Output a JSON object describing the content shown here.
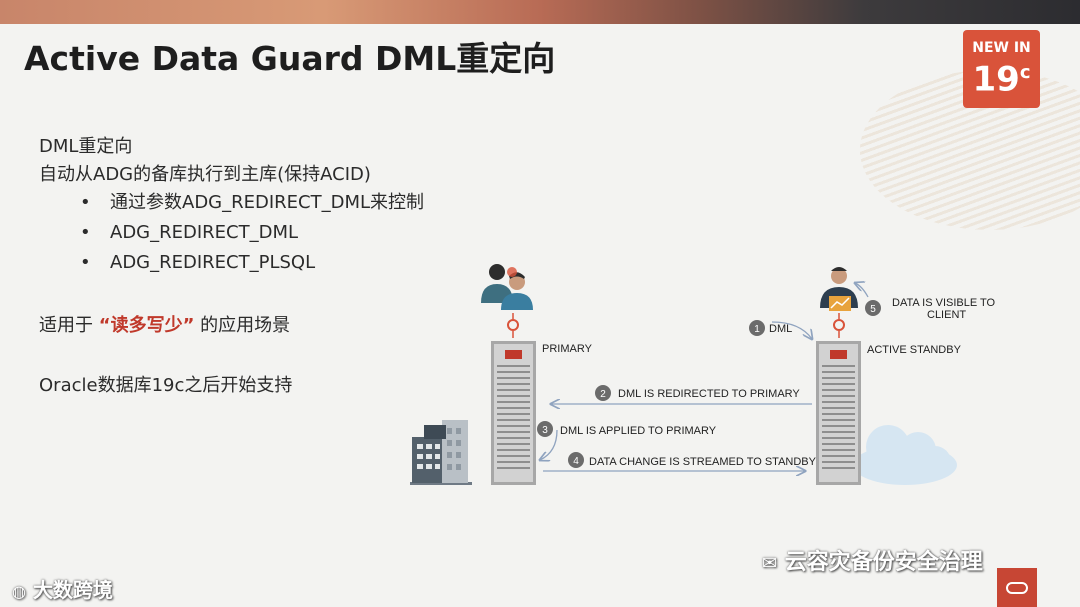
{
  "slide": {
    "title": "Active Data Guard DML重定向",
    "badge": {
      "line1": "NEW IN",
      "version": "19",
      "suffix": "c"
    }
  },
  "content": {
    "line1": "DML重定向",
    "line2": "自动从ADG的备库执行到主库(保持ACID)",
    "bullets": [
      "通过参数ADG_REDIRECT_DML来控制",
      "ADG_REDIRECT_DML",
      "ADG_REDIRECT_PLSQL"
    ],
    "applies_prefix": "适用于",
    "applies_highlight": "“读多写少”",
    "applies_suffix": "的应用场景",
    "support": "Oracle数据库19c之后开始支持"
  },
  "diagram": {
    "primary_label": "PRIMARY",
    "standby_label": "ACTIVE STANDBY",
    "steps": [
      {
        "num": "1",
        "text": "DML"
      },
      {
        "num": "2",
        "text": "DML IS REDIRECTED TO PRIMARY"
      },
      {
        "num": "3",
        "text": "DML IS APPLIED TO PRIMARY"
      },
      {
        "num": "4",
        "text": "DATA CHANGE IS STREAMED TO STANDBY"
      },
      {
        "num": "5",
        "text_line1": "DATA IS VISIBLE TO",
        "text_line2": "CLIENT"
      }
    ]
  },
  "watermarks": {
    "left": "大数跨境",
    "right": "云容灾备份安全治理"
  },
  "colors": {
    "accent": "#d9533a",
    "highlight": "#c0392b",
    "arrow": "#8fa3bf"
  }
}
